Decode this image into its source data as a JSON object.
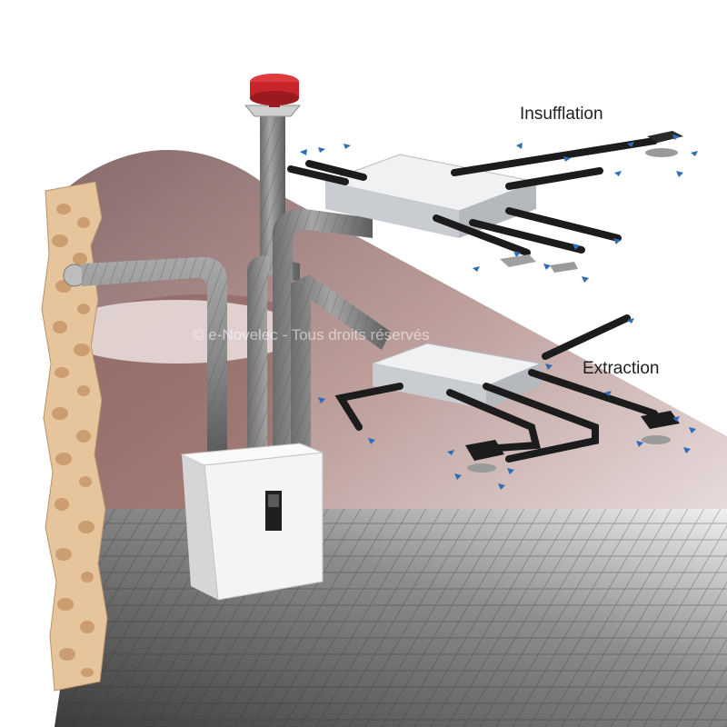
{
  "diagram": {
    "labels": {
      "supply": "Insufflation",
      "exhaust": "Extraction"
    },
    "watermark": "© e-Novelec - Tous droits réservés",
    "colors": {
      "duct": "#8a8a8a",
      "box": "#dcdee2",
      "unit": "#f2f2f2",
      "cap": "#c8242b",
      "airflow_arrow": "#2f6db8",
      "wall": "#8a5a57",
      "floor": "#4a4a4a",
      "brick": "#e8c49c",
      "pipe": "#1c1c1c"
    }
  }
}
